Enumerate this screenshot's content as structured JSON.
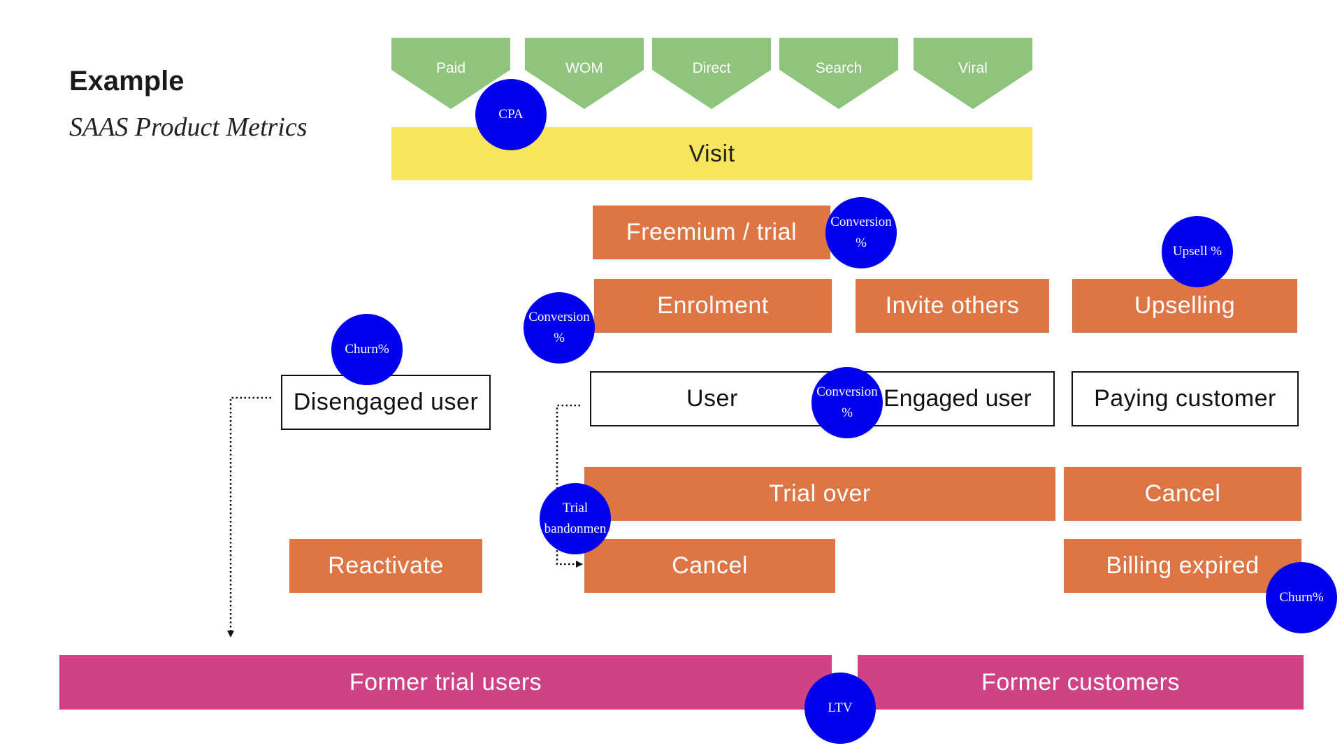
{
  "header": {
    "title": "Example",
    "subtitle": "SAAS Product Metrics"
  },
  "colors": {
    "channel_green": "#8fc47d",
    "visit_yellow": "#f7e65d",
    "stage_orange": "#de7544",
    "former_pink": "#ce4385",
    "metric_blue": "#0000ee"
  },
  "channels": [
    "Paid",
    "WOM",
    "Direct",
    "Search",
    "Viral"
  ],
  "visit": {
    "label": "Visit"
  },
  "stages": {
    "freemium": "Freemium / trial",
    "enrolment": "Enrolment",
    "invite": "Invite others",
    "upselling": "Upselling",
    "disengaged": "Disengaged user",
    "user": "User",
    "engaged": "Engaged user",
    "paying": "Paying customer",
    "trial_over": "Trial over",
    "cancel_right": "Cancel",
    "reactivate": "Reactivate",
    "cancel_left": "Cancel",
    "billing_expired": "Billing expired",
    "former_trial": "Former trial users",
    "former_customers": "Former customers"
  },
  "metrics": {
    "cpa": "CPA",
    "conversion_freemium": "Conversion\n%",
    "upsell": "Upsell %",
    "conversion_enrolment": "Conversion\n%",
    "churn_disengaged": "Churn%",
    "conversion_user": "Conversion\n%",
    "trial_abandonment": "Trial\nbandonmen",
    "churn_billing": "Churn%",
    "ltv": "LTV"
  }
}
